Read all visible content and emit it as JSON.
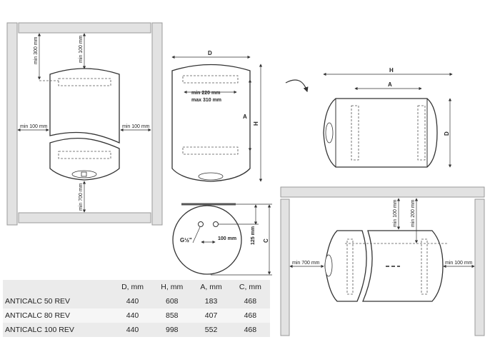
{
  "vertical_install": {
    "top_clearance_bracket": "min 300 mm",
    "top_clearance": "min 100 mm",
    "left_clearance": "min 100 mm",
    "right_clearance": "min 100 mm",
    "bottom_clearance": "min 700 mm"
  },
  "front_view": {
    "d_label": "D",
    "h_label": "H",
    "a_label": "A",
    "bracket_min": "min 220 mm",
    "bracket_max": "max 310 mm"
  },
  "horizontal_view": {
    "h_label": "H",
    "a_label": "A",
    "d_label": "D"
  },
  "side_view": {
    "thread_label": "G½\"",
    "pipe_spacing": "100 mm",
    "pipe_height": "125 mm",
    "c_label": "C"
  },
  "horizontal_install": {
    "top_clearance": "min 100 mm",
    "top_clearance_bracket": "min 200 mm",
    "left_clearance": "min 700 mm",
    "right_clearance": "min 100 mm"
  },
  "table": {
    "headers": [
      "",
      "D, mm",
      "H, mm",
      "A, mm",
      "C, mm"
    ],
    "rows": [
      [
        "ANTICALC 50 REV",
        "440",
        "608",
        "183",
        "468"
      ],
      [
        "ANTICALC 80 REV",
        "440",
        "858",
        "407",
        "468"
      ],
      [
        "ANTICALC 100 REV",
        "440",
        "998",
        "552",
        "468"
      ]
    ]
  }
}
